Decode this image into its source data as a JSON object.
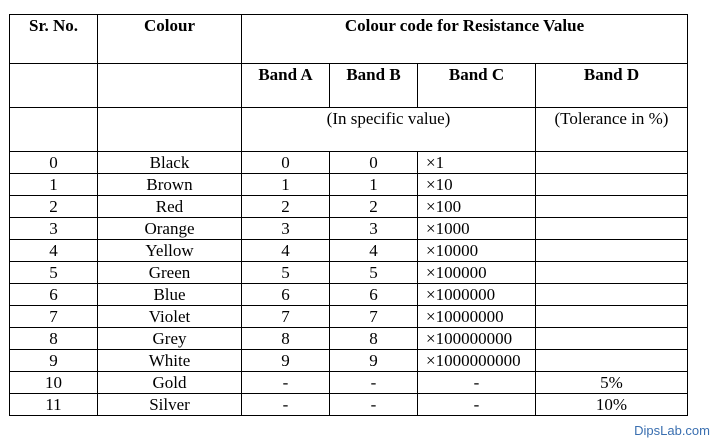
{
  "headers": {
    "sr_no": "Sr. No.",
    "colour": "Colour",
    "group": "Colour code for Resistance Value",
    "band_a": "Band A",
    "band_b": "Band B",
    "band_c": "Band C",
    "band_d": "Band D",
    "specific_value": "(In specific value)",
    "tolerance": "(Tolerance in %)"
  },
  "rows": [
    {
      "sr": "0",
      "colour": "Black",
      "a": "0",
      "b": "0",
      "c": "×1",
      "d": ""
    },
    {
      "sr": "1",
      "colour": "Brown",
      "a": "1",
      "b": "1",
      "c": "×10",
      "d": ""
    },
    {
      "sr": "2",
      "colour": "Red",
      "a": "2",
      "b": "2",
      "c": "×100",
      "d": ""
    },
    {
      "sr": "3",
      "colour": "Orange",
      "a": "3",
      "b": "3",
      "c": "×1000",
      "d": ""
    },
    {
      "sr": "4",
      "colour": "Yellow",
      "a": "4",
      "b": "4",
      "c": "×10000",
      "d": ""
    },
    {
      "sr": "5",
      "colour": "Green",
      "a": "5",
      "b": "5",
      "c": "×100000",
      "d": ""
    },
    {
      "sr": "6",
      "colour": "Blue",
      "a": "6",
      "b": "6",
      "c": "×1000000",
      "d": ""
    },
    {
      "sr": "7",
      "colour": "Violet",
      "a": "7",
      "b": "7",
      "c": "×10000000",
      "d": ""
    },
    {
      "sr": "8",
      "colour": "Grey",
      "a": "8",
      "b": "8",
      "c": "×100000000",
      "d": ""
    },
    {
      "sr": "9",
      "colour": "White",
      "a": "9",
      "b": "9",
      "c": "×1000000000",
      "d": ""
    },
    {
      "sr": "10",
      "colour": "Gold",
      "a": "-",
      "b": "-",
      "c": "-",
      "d": "5%"
    },
    {
      "sr": "11",
      "colour": "Silver",
      "a": "-",
      "b": "-",
      "c": "-",
      "d": "10%"
    }
  ],
  "watermark": "DipsLab.com"
}
